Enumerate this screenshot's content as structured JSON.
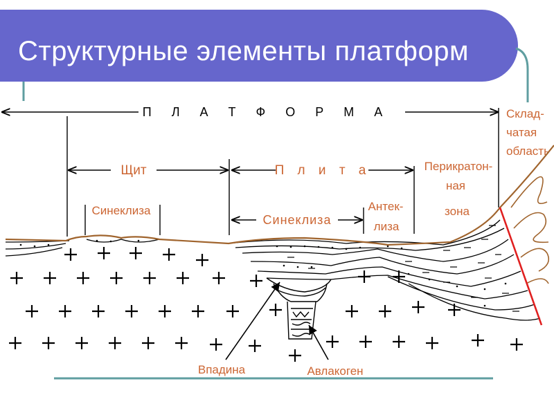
{
  "slide": {
    "title": "Структурные элементы платформ"
  },
  "labels": {
    "platforma": "П Л А Т Ф О Р М А",
    "skladchataya_1": "Склад-",
    "skladchataya_2": "чатая",
    "skladchataya_3": "область",
    "shchit": "Щит",
    "plita": "П л и т а",
    "perikraton_1": "Перикратон-",
    "perikraton_2": "ная",
    "perikraton_3": "зона",
    "sinekliza_left": "Синеклиза",
    "sinekliza_right": "Синеклиза",
    "anteklisa_1": "Антек-",
    "anteklisa_2": "лиза",
    "vpadina": "Впадина",
    "avlakogen": "Авлакоген"
  },
  "colors": {
    "title_bar": "#6666cc",
    "accent_teal": "#5f9ea0",
    "label_orange": "#cc6633",
    "surface_brown": "#a0642d",
    "fault_red": "#e02020",
    "ink": "#000000"
  }
}
